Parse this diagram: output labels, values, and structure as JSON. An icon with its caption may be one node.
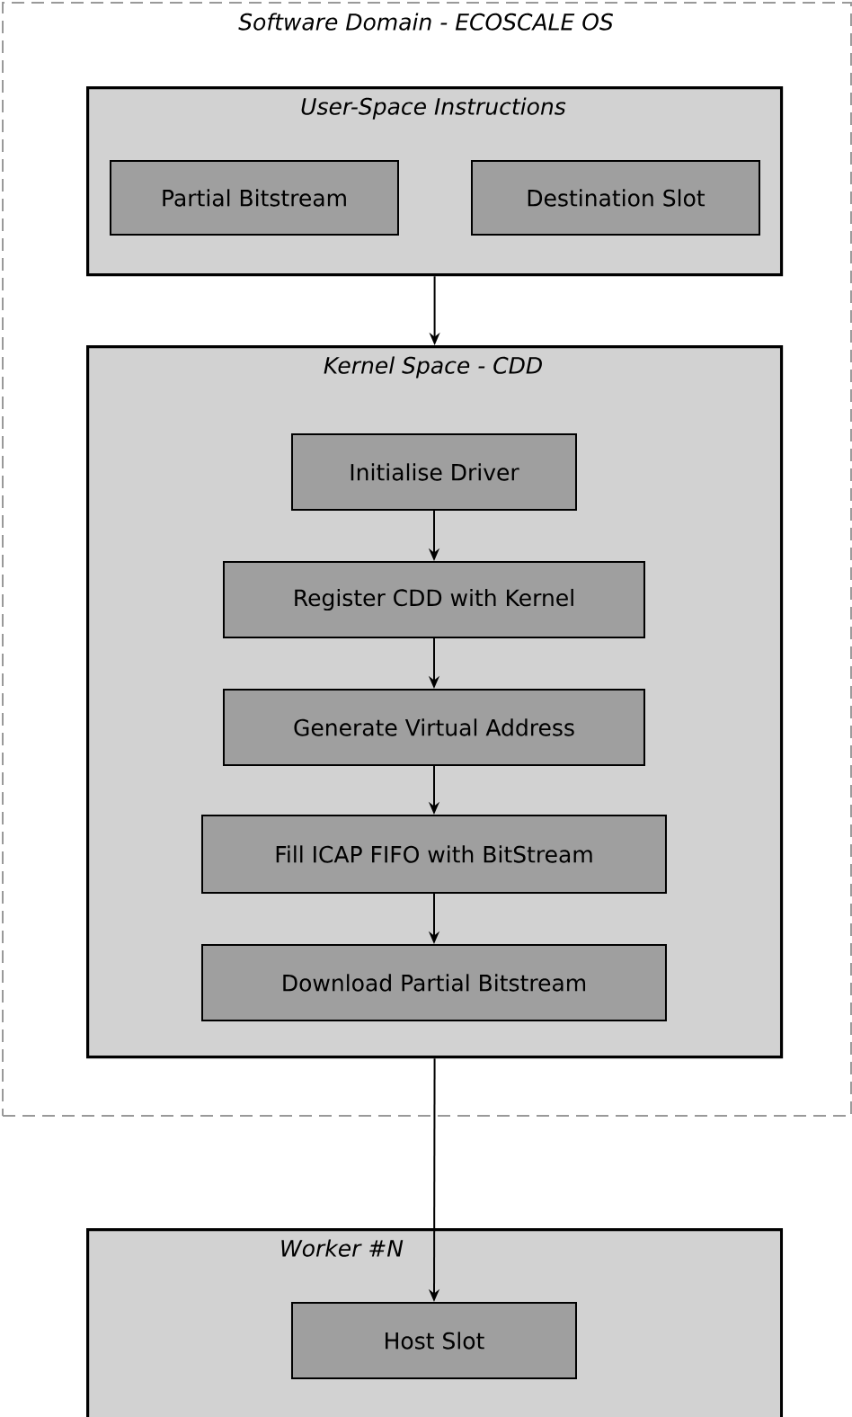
{
  "diagram": {
    "nodes": [
      {
        "text": [
          "Software Domain - ECOSCALE OS"
        ]
      },
      {
        "text": [
          "User-Space Instructions"
        ],
        "in": 0
      },
      {
        "text": [
          "Partial Bitstream"
        ],
        "in": 1
      },
      {
        "text": [
          "Destination Slot"
        ],
        "in": 1
      },
      {
        "text": [
          "Kernel Space - CDD"
        ],
        "in": 0
      },
      {
        "text": [
          "Initialise Driver"
        ],
        "in": 4
      },
      {
        "text": [
          "Register CDD with Kernel"
        ],
        "in": 4
      },
      {
        "text": [
          "Generate Virtual Address"
        ],
        "in": 4
      },
      {
        "text": [
          "Fill ICAP FIFO with BitStream"
        ],
        "in": 4
      },
      {
        "text": [
          "Download Partial Bitstream"
        ],
        "in": 4
      },
      {
        "text": [
          "Worker #N"
        ]
      },
      {
        "text": [
          "Host Slot"
        ],
        "in": 10
      }
    ],
    "edges": [
      {
        "from": 1,
        "to": 4,
        "arrow": "to"
      },
      {
        "from": 5,
        "to": 6,
        "arrow": "to"
      },
      {
        "from": 6,
        "to": 7,
        "arrow": "to"
      },
      {
        "from": 7,
        "to": 8,
        "arrow": "to"
      },
      {
        "from": 8,
        "to": 9,
        "arrow": "to"
      },
      {
        "from": 4,
        "to": 11,
        "arrow": "to"
      }
    ]
  }
}
